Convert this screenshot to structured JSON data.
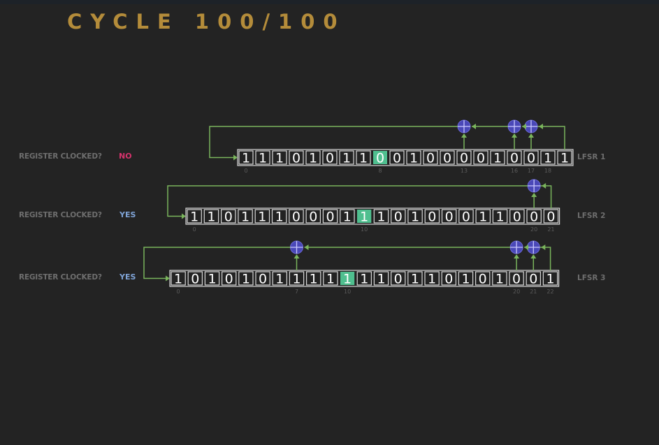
{
  "title": "CYCLE 100/100",
  "colors": {
    "background": "#232323",
    "title": "#b48c3a",
    "wire": "#7ab55c",
    "xor": "#4a48b8",
    "highlight": "#4fbf8f",
    "no": "#d6336c",
    "yes": "#7fa3d6"
  },
  "registers": [
    {
      "label": "REGISTER CLOCKED?",
      "status": "NO",
      "name": "LFSR 1",
      "bits": "1110101100100001001 1",
      "clock_bit_index": 8,
      "taps": [
        13,
        16,
        17,
        18
      ],
      "index_labels": [
        {
          "i": 0,
          "text": "0"
        },
        {
          "i": 8,
          "text": "8"
        },
        {
          "i": 13,
          "text": "13"
        },
        {
          "i": 16,
          "text": "16"
        },
        {
          "i": 17,
          "text": "17"
        },
        {
          "i": 18,
          "text": "18"
        }
      ]
    },
    {
      "label": "REGISTER CLOCKED?",
      "status": "YES",
      "name": "LFSR 2",
      "bits": "1101110001110100011000",
      "clock_bit_index": 10,
      "taps": [
        20,
        21
      ],
      "index_labels": [
        {
          "i": 0,
          "text": "0"
        },
        {
          "i": 10,
          "text": "10"
        },
        {
          "i": 20,
          "text": "20"
        },
        {
          "i": 21,
          "text": "21"
        }
      ]
    },
    {
      "label": "REGISTER CLOCKED?",
      "status": "YES",
      "name": "LFSR 3",
      "bits": "10101011111110110101001",
      "clock_bit_index": 10,
      "taps": [
        7,
        20,
        21,
        22
      ],
      "index_labels": [
        {
          "i": 0,
          "text": "0"
        },
        {
          "i": 7,
          "text": "7"
        },
        {
          "i": 10,
          "text": "10"
        },
        {
          "i": 20,
          "text": "20"
        },
        {
          "i": 21,
          "text": "21"
        },
        {
          "i": 22,
          "text": "22"
        }
      ]
    }
  ]
}
